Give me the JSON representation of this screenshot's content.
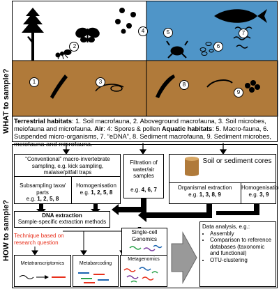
{
  "side_labels": {
    "top": "WHAT to sample?",
    "bottom": "HOW to sample?"
  },
  "panels": {
    "sky_color": "#ffffff",
    "water_color": "#4f95c8",
    "soil_color": "#b07a3a",
    "numbers": [
      "1",
      "2",
      "3",
      "4",
      "5",
      "6",
      "7",
      "8",
      "9"
    ]
  },
  "description": {
    "terrestrial_heading": "Terrestrial habitats",
    "terrestrial_text": ": 1. Soil macrofauna, 2. Aboveground macrofauna, 3. Soil microbes, meiofauna and microfauna. ",
    "air_heading": "Air",
    "air_text": ": 4: Spores & pollen ",
    "aquatic_heading": "Aquatic habitats",
    "aquatic_text": ": 5. Macro-fauna, 6. Suspended micro-organisms, 7. “eDNA”, 8. Sediment macrofauna, 9. Sediment microbes,  meiofauna and microfauna."
  },
  "conventional": {
    "title": "“Conventional” macro-invertebrate sampling, e.g. kick sampling, malaise/pitfall traps",
    "subsample_title": "Subsampling taxa/ parts",
    "subsample_eg": "e.g. ",
    "subsample_nums": "1, 2, 5, 8",
    "homog_title": "Homogenisation",
    "homog_eg": "e.g. ",
    "homog_nums": "1, 2, 5, 8"
  },
  "filtration": {
    "title": "Filtration of water/air samples",
    "eg": "e.g. ",
    "nums": "4, 6, 7"
  },
  "cores": {
    "title": "Soil or sediment cores",
    "organismal_title": "Organismal extraction",
    "organismal_eg": "e.g. ",
    "organismal_nums": "1, 3, 8, 9",
    "homog_title": "Homogenisation",
    "homog_eg": "e.g. ",
    "homog_nums": "3, 9"
  },
  "dna": {
    "title": "DNA extraction",
    "subtitle": "Sample-specific extraction methods"
  },
  "technique_note": "Technique based on research question",
  "single_cell": "Single-cell Genomics",
  "methods": [
    "Metatranscriptomics",
    "Metabarcoding",
    "Metagenomics"
  ],
  "analysis": {
    "title": "Data analysis, e.g.:",
    "items": [
      "Assembly",
      "Comparison to reference databases (taxonomic and functional)",
      "OTU-clustering"
    ]
  }
}
